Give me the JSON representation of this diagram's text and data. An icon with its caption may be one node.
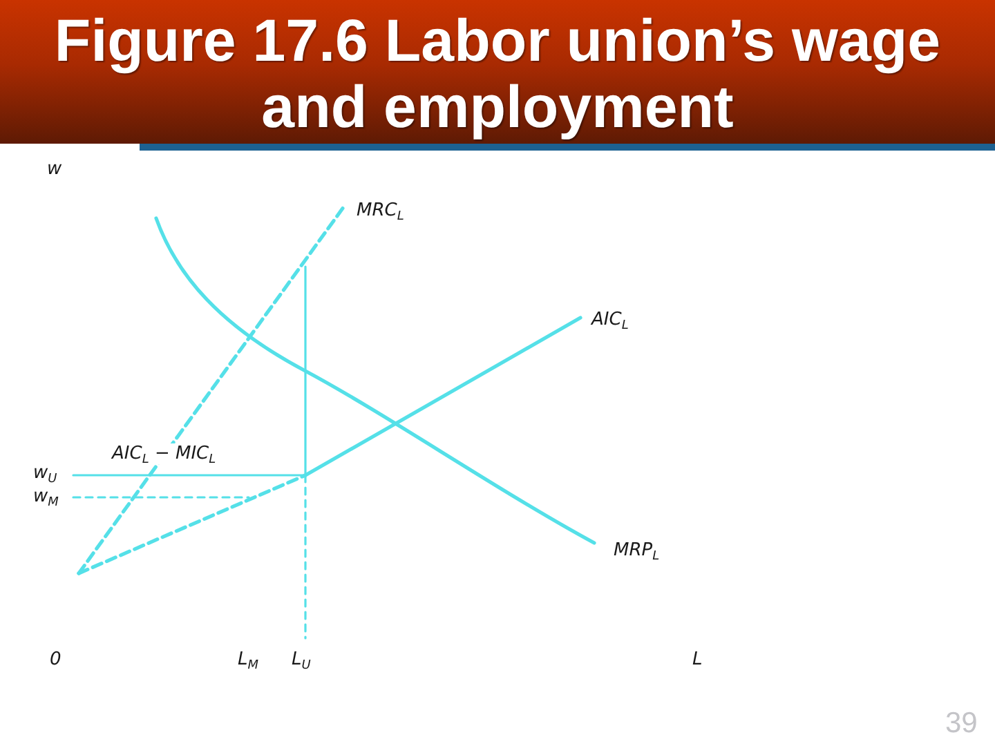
{
  "diagram": {
    "title": "Figure 17.6 Labor union’s wage and employment",
    "labels": [
      "w",
      "MRC$_{L}$",
      "AIC$_{L}$",
      "AIC$_{L}$ − MIC$_{L}$",
      "w$_{U}$",
      "w$_{M}$",
      "MRP$_{L}$",
      "0",
      "L$_{M}$",
      "L$_{U}$",
      "L",
      "39"
    ]
  }
}
